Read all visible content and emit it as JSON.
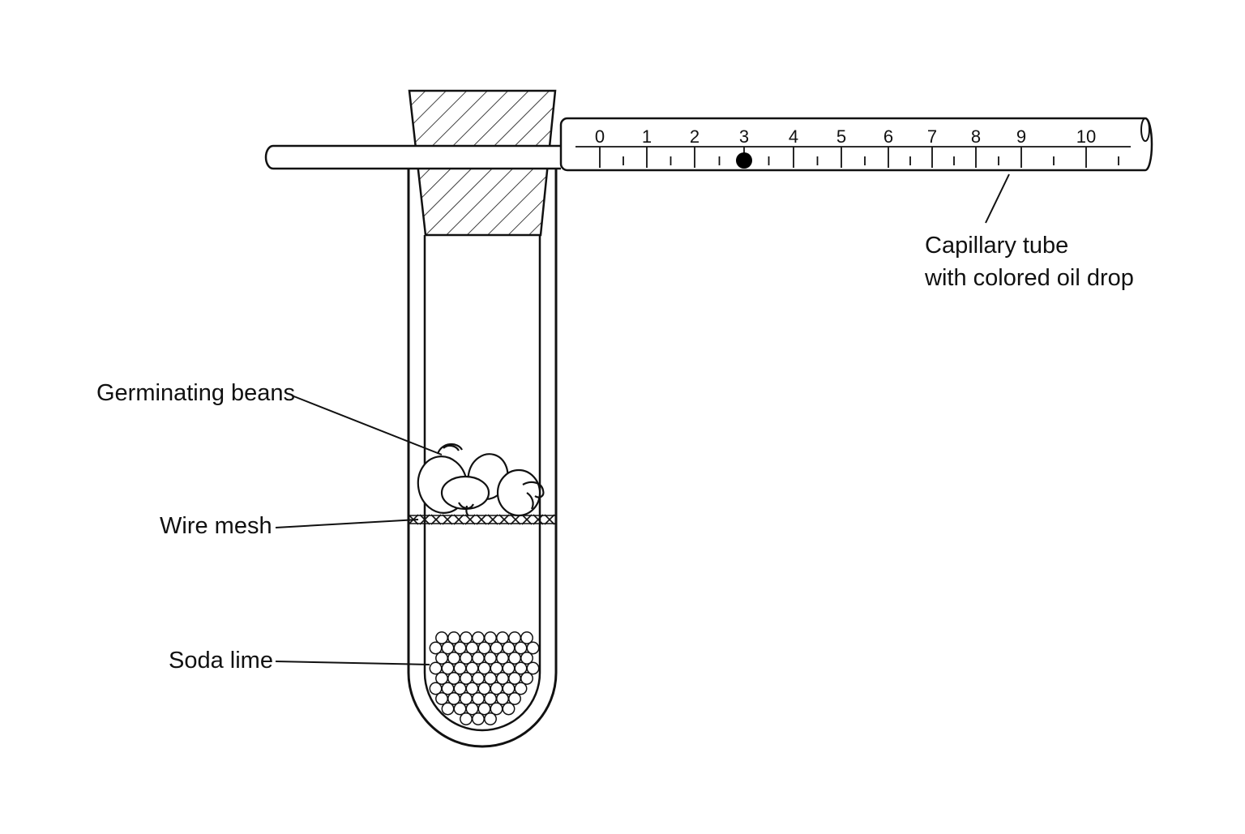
{
  "labels": {
    "beans": "Germinating beans",
    "mesh": "Wire mesh",
    "soda_lime": "Soda lime",
    "capillary_line1": "Capillary tube",
    "capillary_line2": "with colored oil drop"
  },
  "scale": {
    "numbers": [
      "0",
      "1",
      "2",
      "3",
      "4",
      "5",
      "6",
      "7",
      "8",
      "9",
      "10"
    ],
    "oil_drop_value": 3
  },
  "colors": {
    "ink": "#111111",
    "background": "#ffffff",
    "oil_drop": "#000000"
  }
}
